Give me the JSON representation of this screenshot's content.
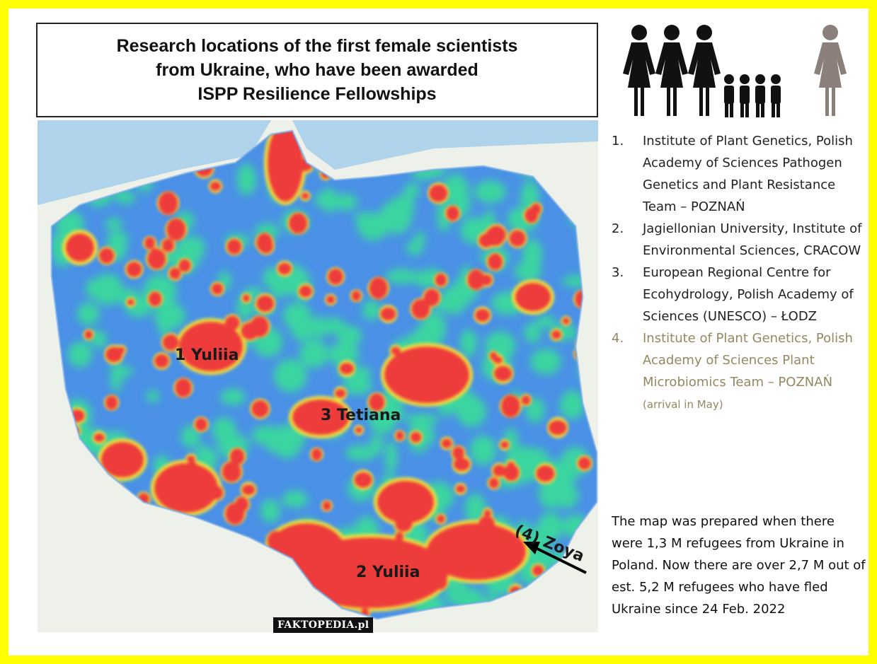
{
  "title": {
    "line1": "Research locations of the first female scientists",
    "line2": "from Ukraine, who have been awarded",
    "line3": "ISPP Resilience Fellowships"
  },
  "map": {
    "labels": {
      "yuliia1": "1 Yuliia",
      "tetiana": "3 Tetiana",
      "yuliia2": "2 Yuliia",
      "zoya": "(4) Zoya"
    },
    "watermark": "FAKTOPEDIA.pl",
    "colors": {
      "hot": "#ee3b3b",
      "warm": "#f2e33a",
      "mid": "#3ad5a0",
      "cool": "#3f8fe6",
      "land": "#eef0ea",
      "sea": "#aed3ea"
    }
  },
  "icons": [
    "woman-icon",
    "woman-icon",
    "woman-icon",
    "child-icon",
    "child-icon",
    "child-icon",
    "child-icon",
    "woman-grey-icon"
  ],
  "locations": [
    {
      "num": "1.",
      "text": "Institute of Plant Genetics, Polish Academy of Sciences Pathogen Genetics and Plant Resistance Team – POZNAŃ"
    },
    {
      "num": "2.",
      "text": "Jagiellonian University, Institute of Environmental Sciences, CRACOW"
    },
    {
      "num": "3.",
      "text": "European Regional Centre for Ecohydrology, Polish Academy of Sciences (UNESCO) – ŁODZ"
    },
    {
      "num": "4.",
      "text": "Institute of Plant Genetics, Polish Academy of Sciences Plant Microbiomics Team – POZNAŃ",
      "note": "(arrival in May)"
    }
  ],
  "note": "The map was prepared when there were 1,3 M refugees from Ukraine in Poland. Now there are over 2,7 M out of est. 5,2 M refugees who have fled Ukraine since 24 Feb. 2022"
}
